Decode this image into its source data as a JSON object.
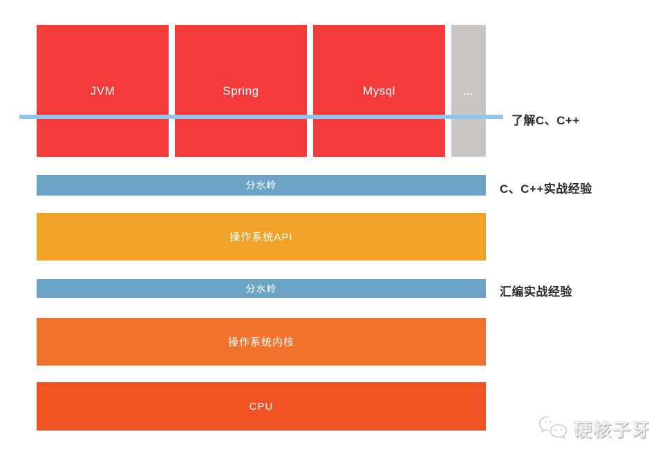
{
  "diagram": {
    "top_blocks": [
      {
        "label": "JVM",
        "color": "#f43b3b"
      },
      {
        "label": "Spring",
        "color": "#f43b3b"
      },
      {
        "label": "Mysql",
        "color": "#f43b3b"
      },
      {
        "label": "...",
        "color": "#c9c5c3"
      }
    ],
    "threshold_line": {
      "color": "#93c5ec",
      "label": "了解C、C++"
    },
    "bars": [
      {
        "label": "分水岭",
        "color": "#6ba4c7",
        "side_label": "C、C++实战经验"
      },
      {
        "label": "操作系统API",
        "color": "#f1a228",
        "side_label": ""
      },
      {
        "label": "分水岭",
        "color": "#6ba4c7",
        "side_label": "汇编实战经验"
      },
      {
        "label": "操作系统内核",
        "color": "#f0722c",
        "side_label": ""
      },
      {
        "label": "CPU",
        "color": "#f05423",
        "side_label": ""
      }
    ],
    "watermark": {
      "text": "硬核子牙",
      "icon": "wechat-icon"
    }
  }
}
